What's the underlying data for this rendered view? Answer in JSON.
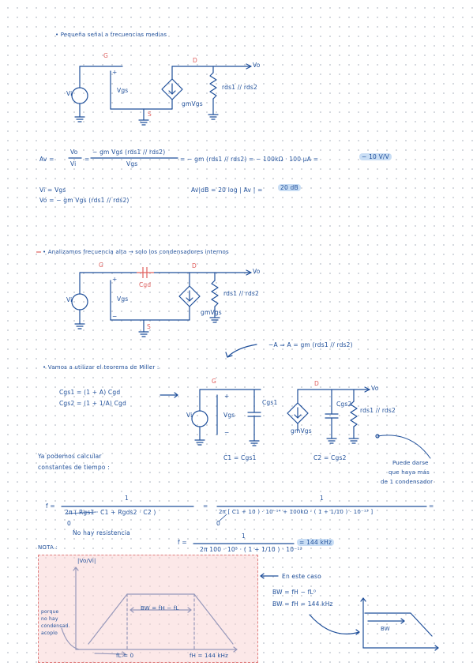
{
  "sections": {
    "s1_heading": "• Pequeña señal a frecuencias medias",
    "s2_heading": "• Analizamos frecuencia alta → solo los condensadores internos",
    "s3_heading": "• Vamos a utilizar el teorema de Miller :"
  },
  "circuit_labels": {
    "G": "G",
    "D": "D",
    "S": "S",
    "plus": "+",
    "minus": "−",
    "vo": "Vo",
    "vi": "Vi",
    "vgs": "Vgs",
    "source": "gmVgs",
    "load": "rds1 // rds2",
    "cgd": "Cgd",
    "cgs1": "Cgs1",
    "cgs2": "Cgs2",
    "c1": "C1 = Cgs1",
    "c2": "C2 = Cgs2"
  },
  "eq": {
    "av_lhs": "Av =",
    "av_frac1_num": "Vo",
    "av_frac1_den": "Vi",
    "av_frac2_num": "− gm Vgs (rds1 // rds2)",
    "av_frac2_den": "Vgs",
    "av_rhs": "= − gm (rds1 // rds2) = − 100kΩ · 100 µA =",
    "av_result": "− 10 V/V",
    "vi_line": "Vi = Vgs",
    "vo_line": "Vo = − gm Vgs (rds1 // rds2)",
    "db_lhs": "Av|dB = 20 log | Av | =",
    "db_result": "20 dB",
    "miller_hint": "−A ⇒ A = gm (rds1 // rds2)",
    "cgs1_eq": "Cgs1 = (1 + A) Cgd",
    "cgs2_eq": "Cgs2 = (1 + 1/A) Cgd",
    "time_const_1": "Ya podemos calcular",
    "time_const_2": "constantes de tiempo :",
    "note_1": "Puede darse",
    "note_2": "que haya más",
    "note_3": "de 1 condensador",
    "f_lhs": "f =",
    "f_num": "1",
    "f_den": "2π ( Rgs1 · C1 + Rgds2 · C2 )",
    "f_eq": "=",
    "f_den2": "2π [ C1 + 10 ) · 10⁻¹⁴ + 100kΩ · ( 1 + 1/10 ) · 10⁻¹³ ]",
    "f_zero": "0",
    "no_res": "No hay resistencia",
    "f2_lhs": "f =",
    "f2_num": "1",
    "f2_den": "2π 100 · 10³ · ( 1 + 1/10 ) · 10⁻¹²",
    "f2_result": "= 144 kHz"
  },
  "nota": {
    "label": "NOTA :",
    "y_axis": "|Vo/Vi|",
    "side_1": "porque",
    "side_2": "no hay",
    "side_3": "condensad.",
    "side_4": "acoplo",
    "bw": "BW = fH − fL",
    "fl": "fL = 0",
    "fh": "fH = 144 kHz"
  },
  "case": {
    "title": "En este caso",
    "bw1": "BW = fH − fL⁰",
    "bw2": "BW = fH = 144 kHz",
    "bw_small": "BW"
  }
}
